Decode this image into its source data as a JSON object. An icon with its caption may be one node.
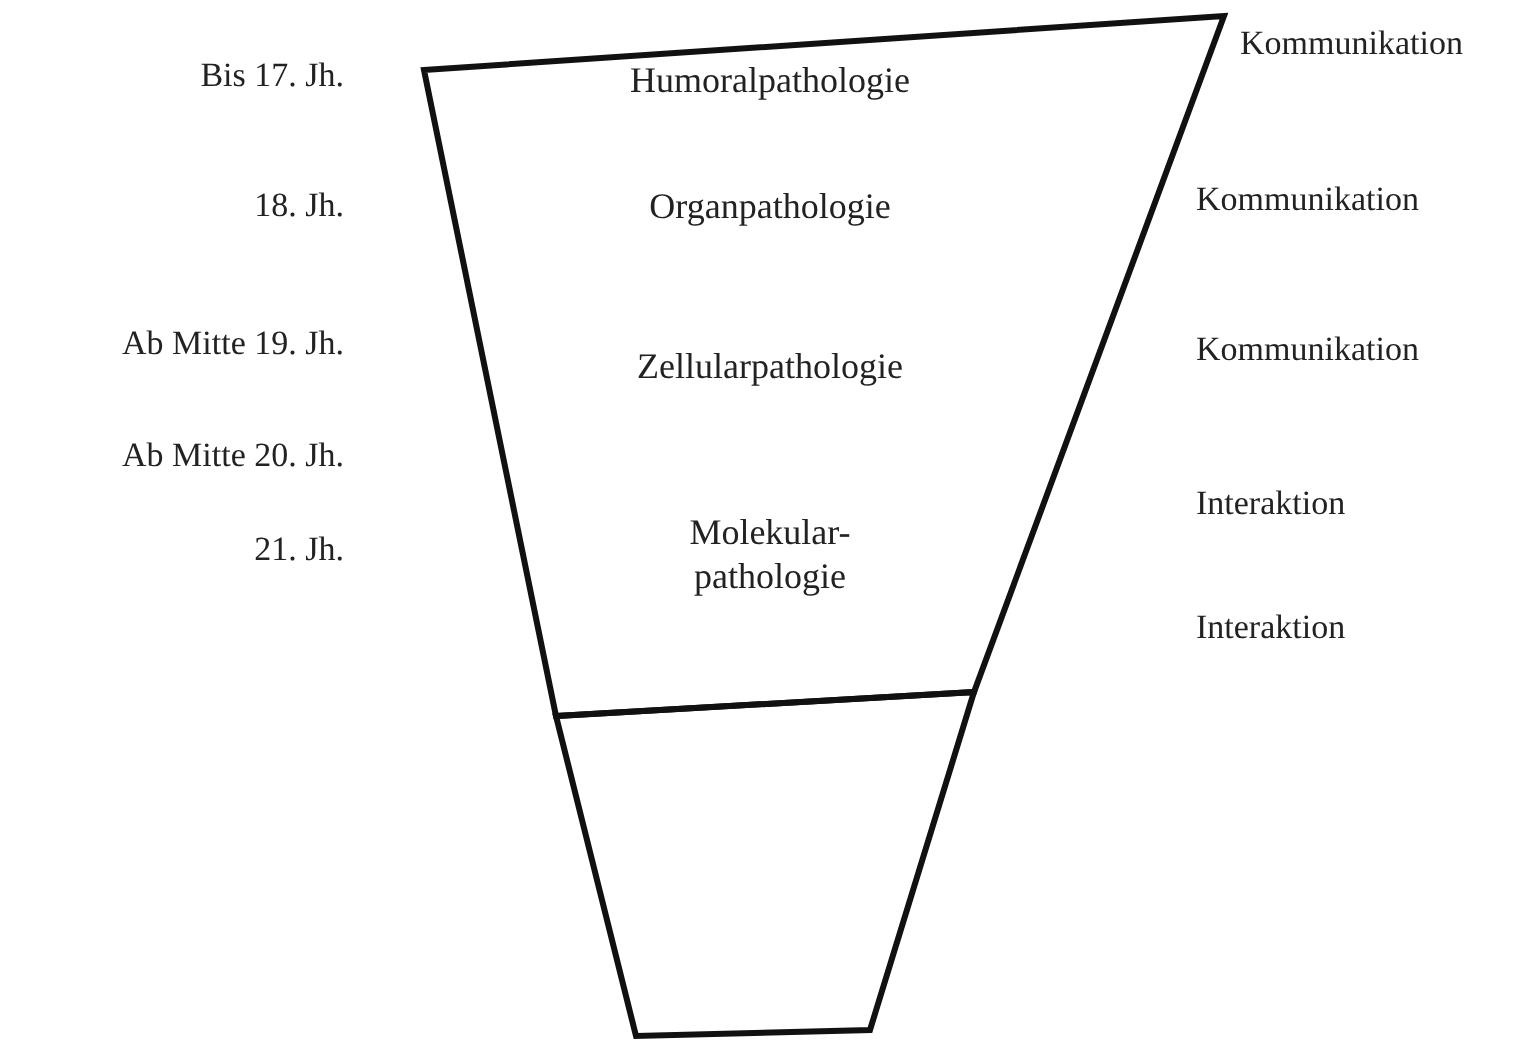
{
  "diagram": {
    "nodes": [
      {
        "text": [
          "Humoralpathologie",
          "Organpathologie",
          "Zellularpathologie",
          "Molekular- pathologie"
        ]
      },
      {
        "text": [],
        "shape": "box"
      }
    ],
    "edges": [],
    "labels": [
      "Bis 17. Jh.",
      "Kommunikation",
      "18. Jh.",
      "Kommunikation",
      "Ab Mitte 19. Jh.",
      "Kommunikation",
      "Ab Mitte 20. Jh.",
      "Interaktion",
      "21. Jh.",
      "Interaktion"
    ]
  }
}
